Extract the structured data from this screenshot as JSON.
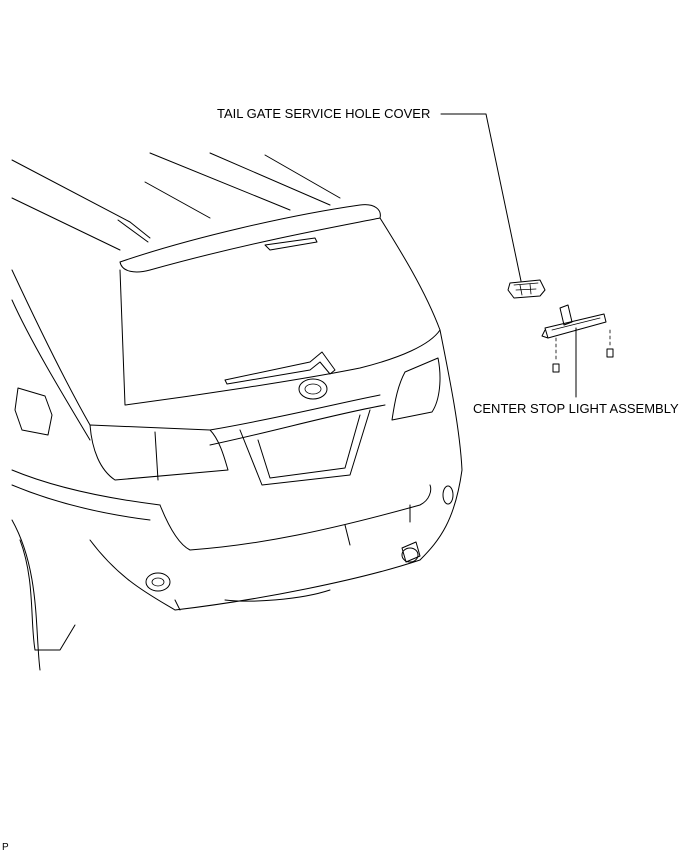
{
  "labels": {
    "tail_gate_service_hole_cover": "TAIL GATE SERVICE HOLE COVER",
    "center_stop_light_assembly": "CENTER STOP LIGHT ASSEMBLY"
  },
  "figure_code": "P"
}
